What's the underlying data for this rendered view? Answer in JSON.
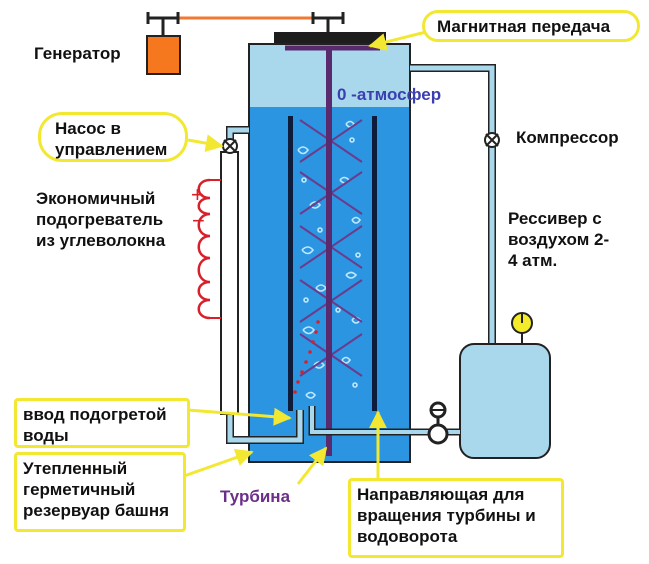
{
  "labels": {
    "generator": "Генератор",
    "magnetic_transmission": "Магнитная передача",
    "zero_atm": "0 -атмосфер",
    "pump": "Насос в управлением",
    "compressor": "Компрессор",
    "heater": "Экономичный подогреватель из углеволокна",
    "receiver": "Рессивер с воздухом 2-4 атм.",
    "heated_water_inlet": "ввод подогретой воды",
    "insulated_tank": "Утепленный герметичный резервуар башня",
    "turbine": "Турбина",
    "guide": "Направляющая для вращения турбины и водоворота"
  },
  "heater_signs": {
    "plus": "+",
    "minus": "−"
  },
  "colors": {
    "water": "#2b95e2",
    "air": "#a9d8ec",
    "outline": "#222222",
    "shaft": "#5a2a6e",
    "callout_border": "#f2e832",
    "generator": "#f5781f",
    "heater_coil": "#d8202b",
    "drive_belt": "#f07a34",
    "zero_atm_text": "#3b3fb0",
    "turbine_text": "#6b2f8a"
  }
}
